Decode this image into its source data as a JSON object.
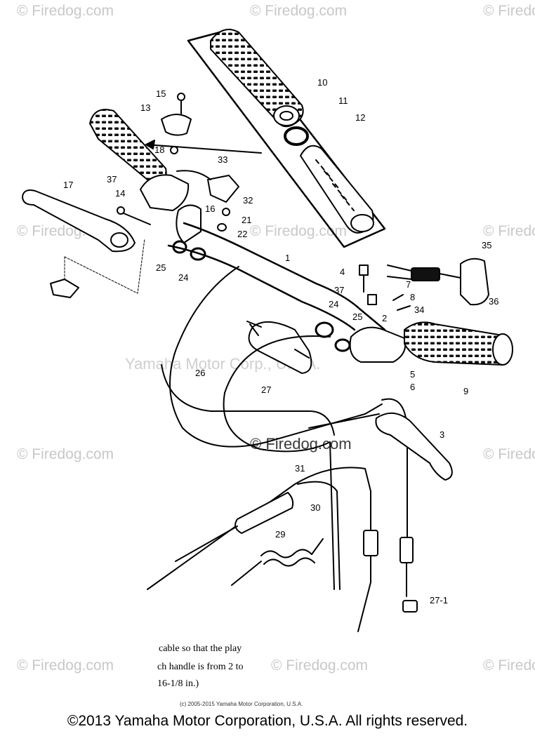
{
  "watermark": {
    "text": "© Firedog.com",
    "center_text": "Yamaha Motor Corp., U.S.A.",
    "mid_text": "© Firedog.com"
  },
  "callouts": [
    "10",
    "11",
    "12",
    "15",
    "13",
    "18",
    "33",
    "37",
    "14",
    "17",
    "16",
    "21",
    "32",
    "22",
    "25",
    "24",
    "35",
    "4",
    "7",
    "8",
    "34",
    "36",
    "37",
    "1",
    "2",
    "24",
    "25",
    "5",
    "6",
    "9",
    "26",
    "27",
    "3",
    "31",
    "30",
    "29",
    "27-1"
  ],
  "note": {
    "line1": "cable so that the play",
    "line2": "ch handle is from 2 to",
    "line3": "16-1/8 in.)"
  },
  "small_copyright": "(c) 2005-2015 Yamaha Motor Corporation, U.S.A.",
  "copyright": "©2013 Yamaha Motor Corporation, U.S.A. All rights reserved."
}
